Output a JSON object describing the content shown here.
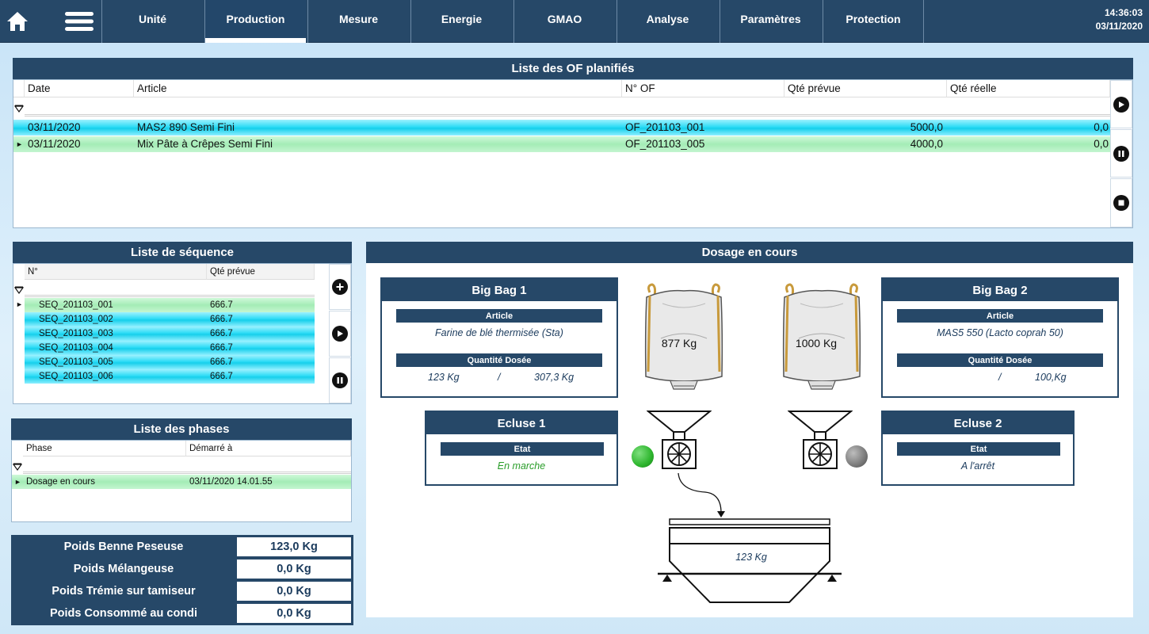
{
  "topbar": {
    "tabs": [
      "Unité",
      "Production",
      "Mesure",
      "Energie",
      "GMAO",
      "Analyse",
      "Paramètres",
      "Protection"
    ],
    "active_tab": "Production",
    "time": "14:36:03",
    "date": "03/11/2020"
  },
  "of_list": {
    "title": "Liste des OF planifiés",
    "columns": [
      "Date",
      "Article",
      "N° OF",
      "Qté prévue",
      "Qté réelle"
    ],
    "rows": [
      {
        "date": "03/11/2020",
        "article": "MAS2 890 Semi Fini",
        "of": "OF_201103_001",
        "qte_prevue": "5000,0",
        "qte_reelle": "0,0"
      },
      {
        "date": "03/11/2020",
        "article": "Mix Pâte à Crêpes Semi Fini",
        "of": "OF_201103_005",
        "qte_prevue": "4000,0",
        "qte_reelle": "0,0"
      }
    ]
  },
  "sequence_list": {
    "title": "Liste de séquence",
    "columns": [
      "N°",
      "Qté prévue"
    ],
    "rows": [
      {
        "n": "SEQ_201103_001",
        "qte": "666.7"
      },
      {
        "n": "SEQ_201103_002",
        "qte": "666.7"
      },
      {
        "n": "SEQ_201103_003",
        "qte": "666.7"
      },
      {
        "n": "SEQ_201103_004",
        "qte": "666.7"
      },
      {
        "n": "SEQ_201103_005",
        "qte": "666.7"
      },
      {
        "n": "SEQ_201103_006",
        "qte": "666.7"
      }
    ]
  },
  "phase_list": {
    "title": "Liste des phases",
    "columns": [
      "Phase",
      "Démarré à"
    ],
    "rows": [
      {
        "phase": "Dosage en cours",
        "start": "03/11/2020 14.01.55"
      }
    ]
  },
  "weights": [
    {
      "label": "Poids Benne Peseuse",
      "value": "123,0 Kg"
    },
    {
      "label": "Poids Mélangeuse",
      "value": "0,0 Kg"
    },
    {
      "label": "Poids Trémie sur tamiseur",
      "value": "0,0 Kg"
    },
    {
      "label": "Poids Consommé au condi",
      "value": "0,0 Kg"
    }
  ],
  "dosage": {
    "title": "Dosage en cours",
    "bigbag1": {
      "title": "Big Bag 1",
      "article_label": "Article",
      "article": "Farine de blé thermisée (Sta)",
      "qty_label": "Quantité Dosée",
      "qty_done": "123 Kg",
      "qty_sep": "/",
      "qty_target": "307,3 Kg",
      "bag_weight": "877 Kg"
    },
    "bigbag2": {
      "title": "Big Bag 2",
      "article_label": "Article",
      "article": "MAS5 550 (Lacto coprah 50)",
      "qty_label": "Quantité Dosée",
      "qty_done": "",
      "qty_sep": "/",
      "qty_target": "100,Kg",
      "bag_weight": "1000 Kg"
    },
    "ecluse1": {
      "title": "Ecluse 1",
      "state_label": "Etat",
      "state": "En marche",
      "state_color": "#2a9d2a",
      "led_color": "#2db52d"
    },
    "ecluse2": {
      "title": "Ecluse 2",
      "state_label": "Etat",
      "state": "A l'arrêt",
      "state_color": "#1a3a5c",
      "led_color": "#7a7a7a"
    },
    "hopper_weight": "123 Kg"
  },
  "colors": {
    "navy": "#264868",
    "cyan_row": "#16cfeb",
    "green_row": "#a4ecb6"
  }
}
